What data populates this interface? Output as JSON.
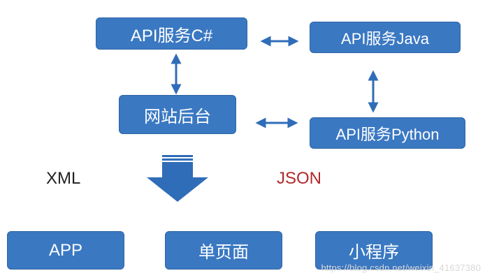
{
  "nodes": {
    "api_csharp": "API服务C#",
    "api_java": "API服务Java",
    "backend": "网站后台",
    "api_python": "API服务Python",
    "app": "APP",
    "single_page": "单页面",
    "mini_program": "小程序"
  },
  "labels": {
    "xml": "XML",
    "json": "JSON"
  },
  "watermark": "https://blog.csdn.net/weixin_41637380",
  "colors": {
    "node_fill": "#3a78c2",
    "node_border": "#2f64a3",
    "arrow": "#2f6db8",
    "xml_text": "#222222",
    "json_text": "#b02a2a"
  }
}
